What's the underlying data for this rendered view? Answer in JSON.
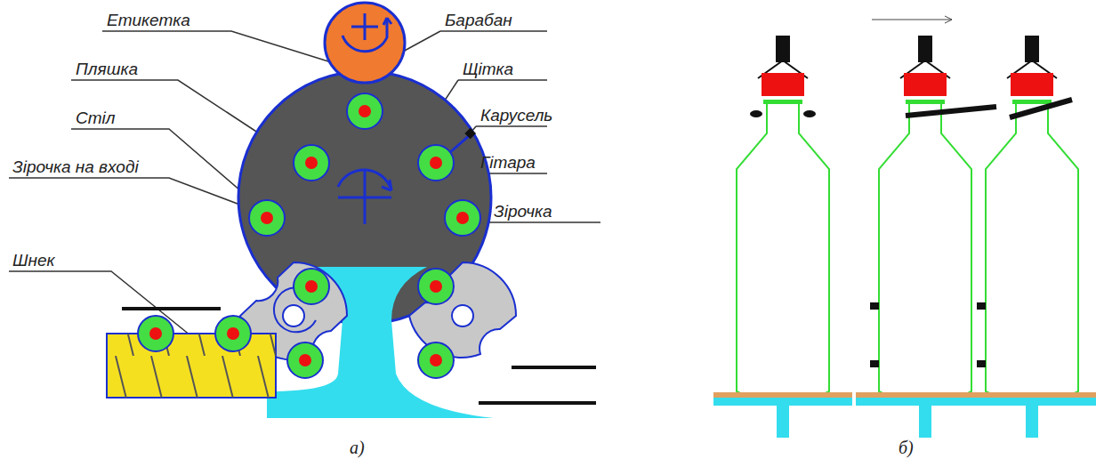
{
  "diagram": {
    "labels": [
      "Етикетка",
      "Барабан",
      "Пляшка",
      "Щітка",
      "Карусель",
      "Стіл",
      "Гітара",
      "Зірочка на вході",
      "Зірочка",
      "Шнек",
      "а)",
      "б)"
    ]
  }
}
